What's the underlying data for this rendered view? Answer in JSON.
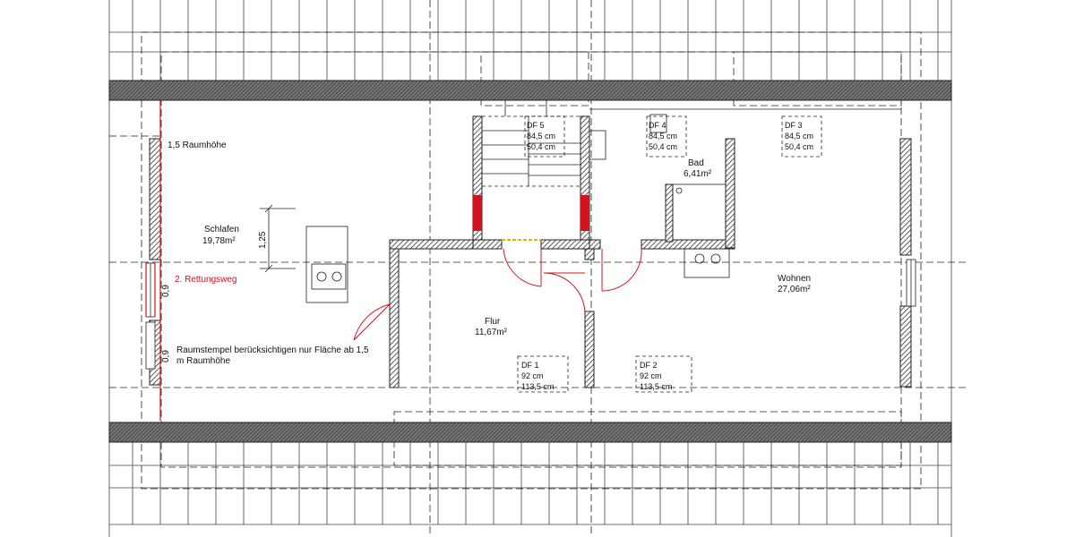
{
  "rooms": {
    "schlafen": {
      "name": "Schlafen",
      "area": "19,78m²"
    },
    "flur": {
      "name": "Flur",
      "area": "11,67m²"
    },
    "bad": {
      "name": "Bad",
      "area": "6,41m²"
    },
    "wohnen": {
      "name": "Wohnen",
      "area": "27,06m²"
    }
  },
  "notes": {
    "raumhoehe": "1,5 Raumhöhe",
    "rettungsweg": "2. Rettungsweg",
    "stempel_line1": "Raumstempel berücksichtigen nur Fläche ab 1,5",
    "stempel_line2": "m Raumhöhe"
  },
  "dimensions": {
    "bed_height": "1,25",
    "window_a": "0,9",
    "window_b": "0,9"
  },
  "skylights": {
    "df1": {
      "name": "DF 1",
      "w": "92 cm",
      "h": "113,5 cm"
    },
    "df2": {
      "name": "DF 2",
      "w": "92 cm",
      "h": "113,5 cm"
    },
    "df3": {
      "name": "DF 3",
      "w": "84,5 cm",
      "h": "50,4 cm"
    },
    "df4": {
      "name": "DF 4",
      "w": "84,5 cm",
      "h": "50,4 cm"
    },
    "df5": {
      "name": "DF 5",
      "w": "84,5 cm",
      "h": "50,4 cm"
    }
  },
  "colors": {
    "wall_hatch": "#555555",
    "accent_red": "#d2141e",
    "line": "#111111"
  }
}
